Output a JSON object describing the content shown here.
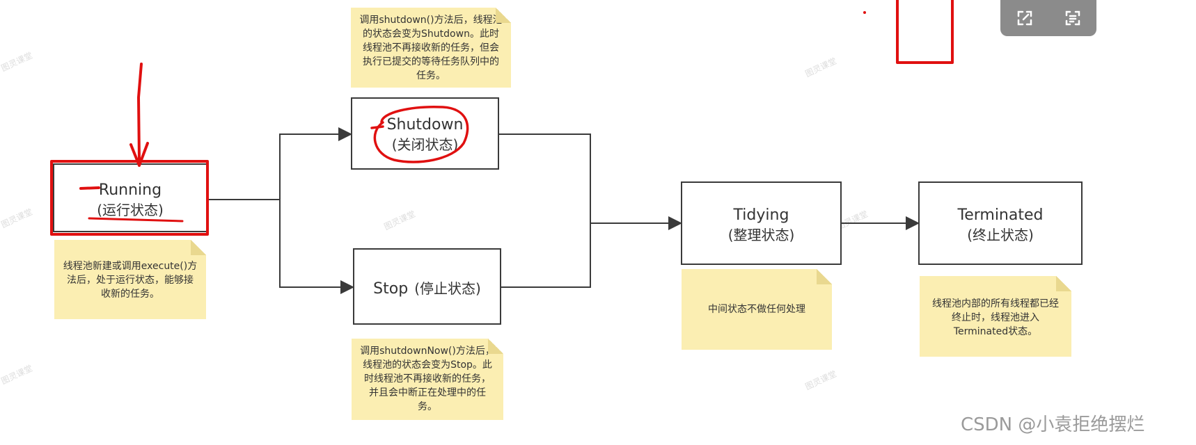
{
  "states": {
    "running": {
      "name": "Running",
      "label": "(运行状态)"
    },
    "shutdown": {
      "name": "Shutdown",
      "label": "(关闭状态)"
    },
    "stop": {
      "name": "Stop",
      "label": "(停止状态)"
    },
    "tidying": {
      "name": "Tidying",
      "label": "(整理状态)"
    },
    "terminated": {
      "name": "Terminated",
      "label": "(终止状态)"
    }
  },
  "notes": {
    "running": "线程池新建或调用execute()方法后，处于运行状态，能够接收新的任务。",
    "shutdown": "调用shutdown()方法后，线程池的状态会变为Shutdown。此时线程池不再接收新的任务，但会执行已提交的等待任务队列中的任务。",
    "stop": "调用shutdownNow()方法后，线程池的状态会变为Stop。此时线程池不再接收新的任务，并且会中断正在处理中的任务。",
    "tidying": "中间状态不做任何处理",
    "terminated": "线程池内部的所有线程都已经终止时，线程池进入Terminated状态。"
  },
  "watermark": "图灵课堂",
  "credit": "CSDN @小袁拒绝摆烂",
  "toolbar": {
    "icons": [
      "expand-icon",
      "scan-text-icon"
    ]
  },
  "colors": {
    "annotation": "#e01010",
    "note": "#fbeeb2",
    "line": "#3a3a3a"
  }
}
